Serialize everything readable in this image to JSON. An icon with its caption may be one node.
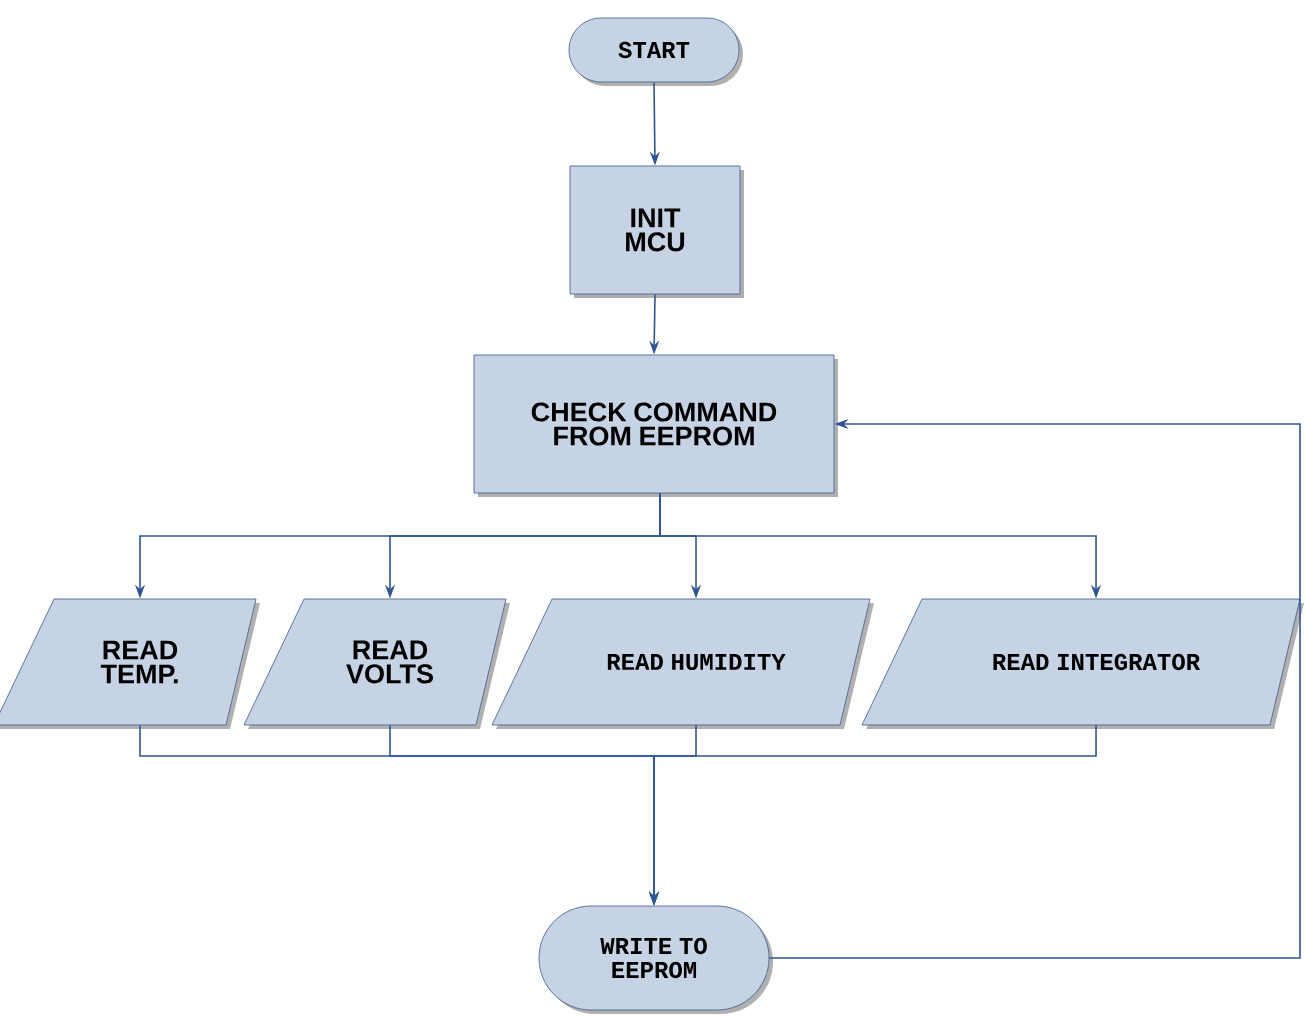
{
  "diagram": {
    "nodes": [
      {
        "text": [
          "START"
        ]
      },
      {
        "text": [
          "INIT MCU"
        ]
      },
      {
        "text": [
          "CHECK COMMAND FROM EEPROM"
        ]
      },
      {
        "text": [
          "READ TEMP."
        ]
      },
      {
        "text": [
          "READ VOLTS"
        ]
      },
      {
        "text": [
          "READ HUMIDITY"
        ]
      },
      {
        "text": [
          "READ INTEGRATOR"
        ]
      },
      {
        "text": [
          "WRITE TO EEPROM"
        ]
      }
    ],
    "edges": [
      {
        "from": 0,
        "to": 1,
        "arrow": "to"
      },
      {
        "from": 1,
        "to": 2,
        "arrow": "to"
      },
      {
        "from": 2,
        "to": 3,
        "arrow": "to"
      },
      {
        "from": 2,
        "to": 4,
        "arrow": "to"
      },
      {
        "from": 2,
        "to": 5,
        "arrow": "to"
      },
      {
        "from": 2,
        "to": 6,
        "arrow": "to"
      },
      {
        "from": 3,
        "to": 7,
        "arrow": "to"
      },
      {
        "from": 4,
        "to": 7,
        "arrow": "to"
      },
      {
        "from": 5,
        "to": 7,
        "arrow": "to"
      },
      {
        "from": 6,
        "to": 7,
        "arrow": "to"
      },
      {
        "from": 7,
        "to": 2,
        "arrow": "to"
      }
    ]
  }
}
